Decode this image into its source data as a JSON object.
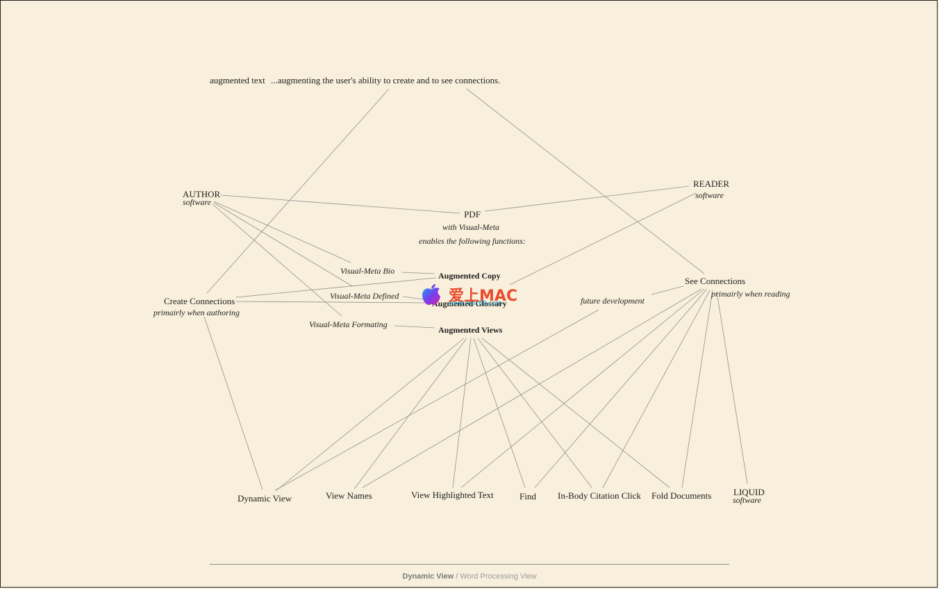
{
  "header": {
    "left": "augmented text",
    "right": "...augmenting the user's ability to create and to see connections."
  },
  "author": {
    "title": "AUTHOR",
    "subtitle": "software"
  },
  "reader": {
    "title": "READER",
    "subtitle": "software"
  },
  "pdf": {
    "title": "PDF",
    "line1": "with Visual-Meta",
    "line2": "enables the following functions:"
  },
  "visual_meta": {
    "bio": "Visual-Meta Bio",
    "defined": "Visual-Meta Defined",
    "formating": "Visual-Meta Formating"
  },
  "augmented": {
    "copy": "Augmented Copy",
    "glossary": "Augmented Glossary",
    "views": "Augmented Views"
  },
  "create_connections": {
    "title": "Create Connections",
    "subtitle": "primairly when authoring"
  },
  "see_connections": {
    "title": "See Connections",
    "subtitle": "primairly when reading"
  },
  "future": "future development",
  "bottom": {
    "dynamic_view": "Dynamic View",
    "view_names": "View Names",
    "view_highlighted_text": "View Highlighted Text",
    "find": "Find",
    "in_body_citation": "In-Body Citation Click",
    "fold_documents": "Fold Documents"
  },
  "liquid": {
    "title": "LIQUID",
    "subtitle": "software"
  },
  "watermark": {
    "text": "爱上MAC",
    "url": "www.mac69.com"
  },
  "footer": {
    "active": "Dynamic View",
    "separator": " / ",
    "inactive": "Word Processing View"
  },
  "colors": {
    "background": "#f8f0dc",
    "lines": "#8f8f8f",
    "watermark": "#e84c2c"
  }
}
